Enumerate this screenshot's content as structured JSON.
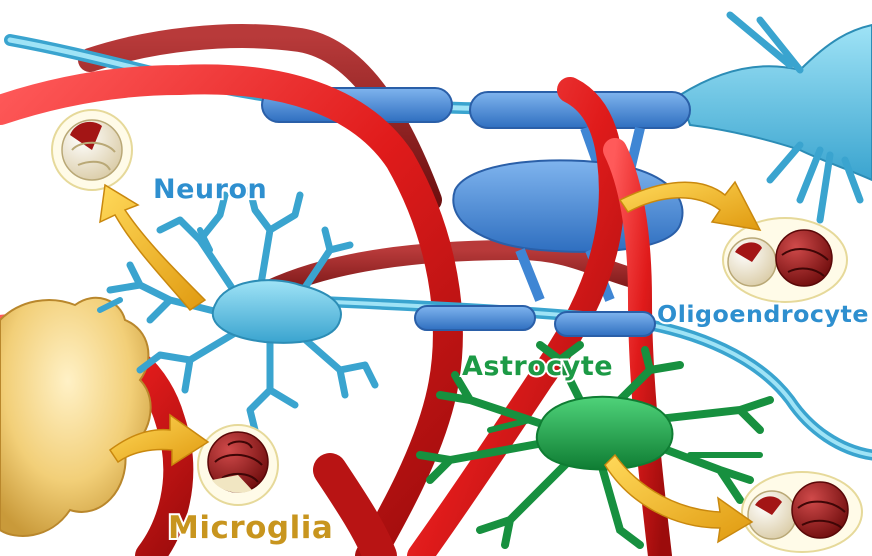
{
  "labels": {
    "neuron": "Neuron",
    "oligodendrocyte": "Oligoendrocyte",
    "astrocyte": "Astrocyte",
    "microglia": "Microglia"
  },
  "colors": {
    "blood_vessel": "#e01b1b",
    "neuron": "#5fc4e6",
    "myelin": "#3f86d4",
    "astrocyte": "#1ea64a",
    "microglia": "#f2cf78",
    "arrow": "#f2b51c",
    "neuron_label": "#2e8fcf",
    "oligodendrocyte_label": "#2e8fcf",
    "astrocyte_label": "#1c9a45",
    "microglia_label": "#c8951e"
  }
}
